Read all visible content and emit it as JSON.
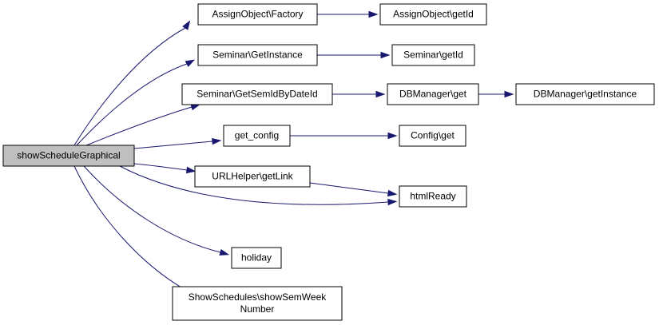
{
  "nodes": [
    {
      "id": "root",
      "lines": [
        "showScheduleGraphical"
      ],
      "root": true
    },
    {
      "id": "n1",
      "lines": [
        "AssignObject\\Factory"
      ]
    },
    {
      "id": "n2",
      "lines": [
        "AssignObject\\getId"
      ]
    },
    {
      "id": "n3",
      "lines": [
        "Seminar\\GetInstance"
      ]
    },
    {
      "id": "n4",
      "lines": [
        "Seminar\\getId"
      ]
    },
    {
      "id": "n5",
      "lines": [
        "Seminar\\GetSemIdByDateId"
      ]
    },
    {
      "id": "n6",
      "lines": [
        "DBManager\\get"
      ]
    },
    {
      "id": "n7",
      "lines": [
        "DBManager\\getInstance"
      ]
    },
    {
      "id": "n8",
      "lines": [
        "get_config"
      ]
    },
    {
      "id": "n9",
      "lines": [
        "Config\\get"
      ]
    },
    {
      "id": "n10",
      "lines": [
        "URLHelper\\getLink"
      ]
    },
    {
      "id": "n11",
      "lines": [
        "htmlReady"
      ]
    },
    {
      "id": "n12",
      "lines": [
        "holiday"
      ]
    },
    {
      "id": "n13",
      "lines": [
        "ShowSchedules\\showSemWeek",
        "Number"
      ]
    }
  ],
  "edges": [
    {
      "from": "root",
      "to": "n1"
    },
    {
      "from": "root",
      "to": "n3"
    },
    {
      "from": "root",
      "to": "n5"
    },
    {
      "from": "root",
      "to": "n8"
    },
    {
      "from": "root",
      "to": "n10"
    },
    {
      "from": "root",
      "to": "n11"
    },
    {
      "from": "root",
      "to": "n12"
    },
    {
      "from": "root",
      "to": "n13"
    },
    {
      "from": "n1",
      "to": "n2"
    },
    {
      "from": "n3",
      "to": "n4"
    },
    {
      "from": "n5",
      "to": "n6"
    },
    {
      "from": "n6",
      "to": "n7"
    },
    {
      "from": "n8",
      "to": "n9"
    },
    {
      "from": "n10",
      "to": "n11"
    }
  ],
  "colors": {
    "edge": "#191970",
    "root_fill": "#bfbfbf",
    "node_fill": "#ffffff",
    "border": "#000000"
  }
}
